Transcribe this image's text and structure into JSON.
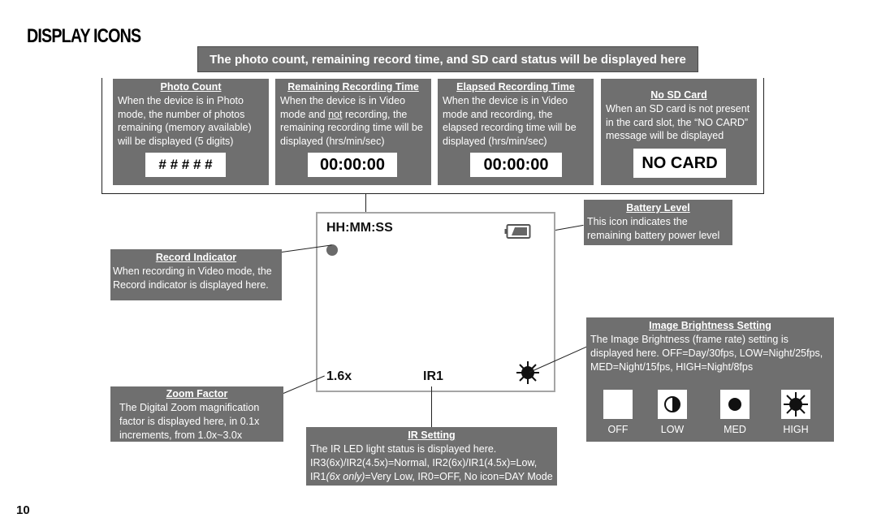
{
  "page_title": "DISPLAY ICONS",
  "banner": "The photo count, remaining record time, and SD card status will be displayed here",
  "cards": [
    {
      "heading": "Photo Count",
      "body": "When the device is in Photo mode, the number of photos remaining (memory available) will be displayed (5 digits)",
      "code": "# # # # #"
    },
    {
      "heading": "Remaining Recording Time",
      "body_pre": "When the device is in Video mode and ",
      "body_em": "not",
      "body_post": " recording, the remaining recording time will be displayed (hrs/min/sec)",
      "code": "00:00:00"
    },
    {
      "heading": "Elapsed Recording Time",
      "body": "When the device is in Video mode and recording, the elapsed recording time will be displayed (hrs/min/sec)",
      "code": "00:00:00"
    },
    {
      "heading": "No SD Card",
      "body": "When an SD card is not present in the card slot, the “NO CARD” message will be displayed",
      "code": "NO CARD"
    }
  ],
  "screen": {
    "time": "HH:MM:SS",
    "zoom": "1.6x",
    "ir": "IR1"
  },
  "battery": {
    "heading": "Battery Level",
    "body": "This icon indicates the remaining battery power level"
  },
  "record": {
    "heading": "Record Indicator",
    "body": "When recording in Video mode, the Record indicator is displayed here."
  },
  "brightness": {
    "heading": "Image Brightness Setting",
    "body": "The Image Brightness (frame rate) setting is displayed here. OFF=Day/30fps, LOW=Night/25fps, MED=Night/15fps, HIGH=Night/8fps",
    "levels": [
      "OFF",
      "LOW",
      "MED",
      "HIGH"
    ]
  },
  "zoom": {
    "heading": "Zoom Factor",
    "body": "The Digital Zoom magnification factor is displayed here, in 0.1x increments, from 1.0x~3.0x"
  },
  "ir_setting": {
    "heading": "IR Setting",
    "line1": "The IR LED light status is displayed here.",
    "line2": "IR3(6x)/IR2(4.5x)=Normal, IR2(6x)/IR1(4.5x)=Low,",
    "line3_pre": "IR1",
    "line3_em": "(6x only)",
    "line3_post": "=Very Low, IR0=OFF, No icon=DAY Mode"
  },
  "page_number": "10"
}
